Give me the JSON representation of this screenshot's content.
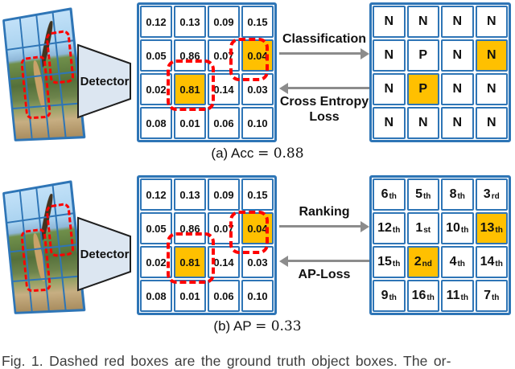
{
  "colors": {
    "grid_blue": "#2E75B6",
    "highlight_orange": "#FFC000",
    "box_red": "#FF0000",
    "arrow_gray": "#8C8C8C",
    "detector_fill": "#DCE6F1"
  },
  "figure_caption": "Fig. 1. Dashed red boxes are the ground truth object boxes. The or-",
  "sections": [
    {
      "caption_prefix": "(a) Acc",
      "caption_eq": "= 0.88",
      "detector_label": "Detector",
      "arrow_top_label": "Classification",
      "arrow_bottom_line1": "Cross Entropy",
      "arrow_bottom_line2": "Loss",
      "score_grid": {
        "cells": [
          {
            "t": "0.12"
          },
          {
            "t": "0.13"
          },
          {
            "t": "0.09"
          },
          {
            "t": "0.15"
          },
          {
            "t": "0.05"
          },
          {
            "t": "0.86"
          },
          {
            "t": "0.07"
          },
          {
            "t": "0.04",
            "hl": true
          },
          {
            "t": "0.02"
          },
          {
            "t": "0.81",
            "hl": true
          },
          {
            "t": "0.14"
          },
          {
            "t": "0.03"
          },
          {
            "t": "0.08"
          },
          {
            "t": "0.01"
          },
          {
            "t": "0.06"
          },
          {
            "t": "0.10"
          }
        ]
      },
      "result_grid": {
        "cells": [
          {
            "t": "N"
          },
          {
            "t": "N"
          },
          {
            "t": "N"
          },
          {
            "t": "N"
          },
          {
            "t": "N"
          },
          {
            "t": "P"
          },
          {
            "t": "N"
          },
          {
            "t": "N",
            "hl": true
          },
          {
            "t": "N"
          },
          {
            "t": "P",
            "hl": true
          },
          {
            "t": "N"
          },
          {
            "t": "N"
          },
          {
            "t": "N"
          },
          {
            "t": "N"
          },
          {
            "t": "N"
          },
          {
            "t": "N"
          }
        ]
      }
    },
    {
      "caption_prefix": "(b) AP",
      "caption_eq": "= 0.33",
      "detector_label": "Detector",
      "arrow_top_label": "Ranking",
      "arrow_bottom_line1": "AP-Loss",
      "arrow_bottom_line2": "",
      "score_grid": {
        "cells": [
          {
            "t": "0.12"
          },
          {
            "t": "0.13"
          },
          {
            "t": "0.09"
          },
          {
            "t": "0.15"
          },
          {
            "t": "0.05"
          },
          {
            "t": "0.86"
          },
          {
            "t": "0.07"
          },
          {
            "t": "0.04",
            "hl": true
          },
          {
            "t": "0.02"
          },
          {
            "t": "0.81",
            "hl": true
          },
          {
            "t": "0.14"
          },
          {
            "t": "0.03"
          },
          {
            "t": "0.08"
          },
          {
            "t": "0.01"
          },
          {
            "t": "0.06"
          },
          {
            "t": "0.10"
          }
        ]
      },
      "result_grid": {
        "cells": [
          {
            "t": "6",
            "s": "th"
          },
          {
            "t": "5",
            "s": "th"
          },
          {
            "t": "8",
            "s": "th"
          },
          {
            "t": "3",
            "s": "rd"
          },
          {
            "t": "12",
            "s": "th"
          },
          {
            "t": "1",
            "s": "st"
          },
          {
            "t": "10",
            "s": "th"
          },
          {
            "t": "13",
            "s": "th",
            "hl": true
          },
          {
            "t": "15",
            "s": "th"
          },
          {
            "t": "2",
            "s": "nd",
            "hl": true
          },
          {
            "t": "4",
            "s": "th"
          },
          {
            "t": "14",
            "s": "th"
          },
          {
            "t": "9",
            "s": "th"
          },
          {
            "t": "16",
            "s": "th"
          },
          {
            "t": "11",
            "s": "th"
          },
          {
            "t": "7",
            "s": "th"
          }
        ]
      }
    }
  ]
}
